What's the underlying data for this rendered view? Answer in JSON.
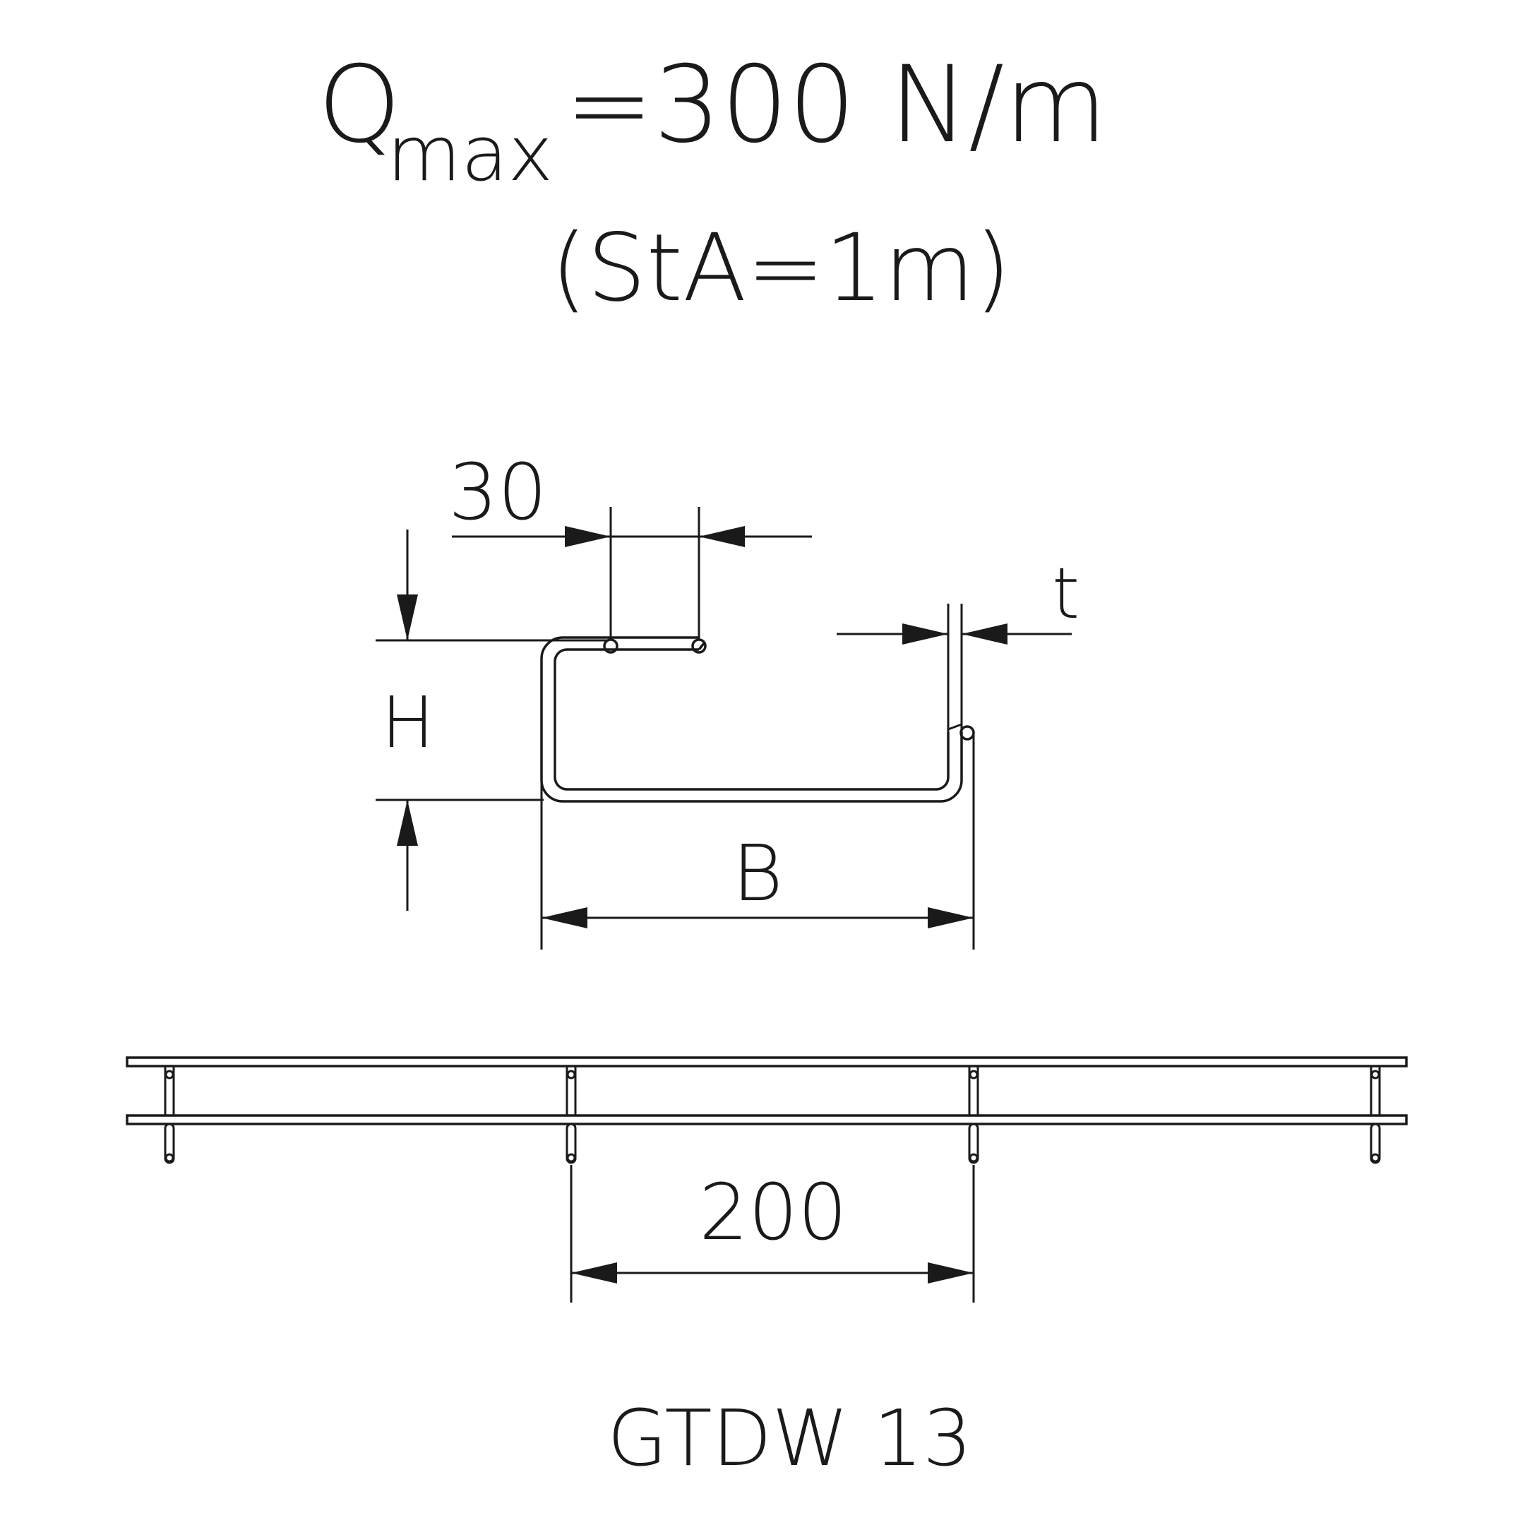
{
  "header": {
    "q_symbol": "Q",
    "q_subscript": "max",
    "q_value": "=300 N/m",
    "span_note": "(StA=1m)"
  },
  "cross_section": {
    "dim_30": "30",
    "dim_t": "t",
    "dim_h": "H",
    "dim_b": "B"
  },
  "plan_view": {
    "dim_200": "200"
  },
  "footer": {
    "model": "GTDW 13"
  },
  "colors": {
    "line": "#1a1a1a",
    "background": "#ffffff"
  }
}
